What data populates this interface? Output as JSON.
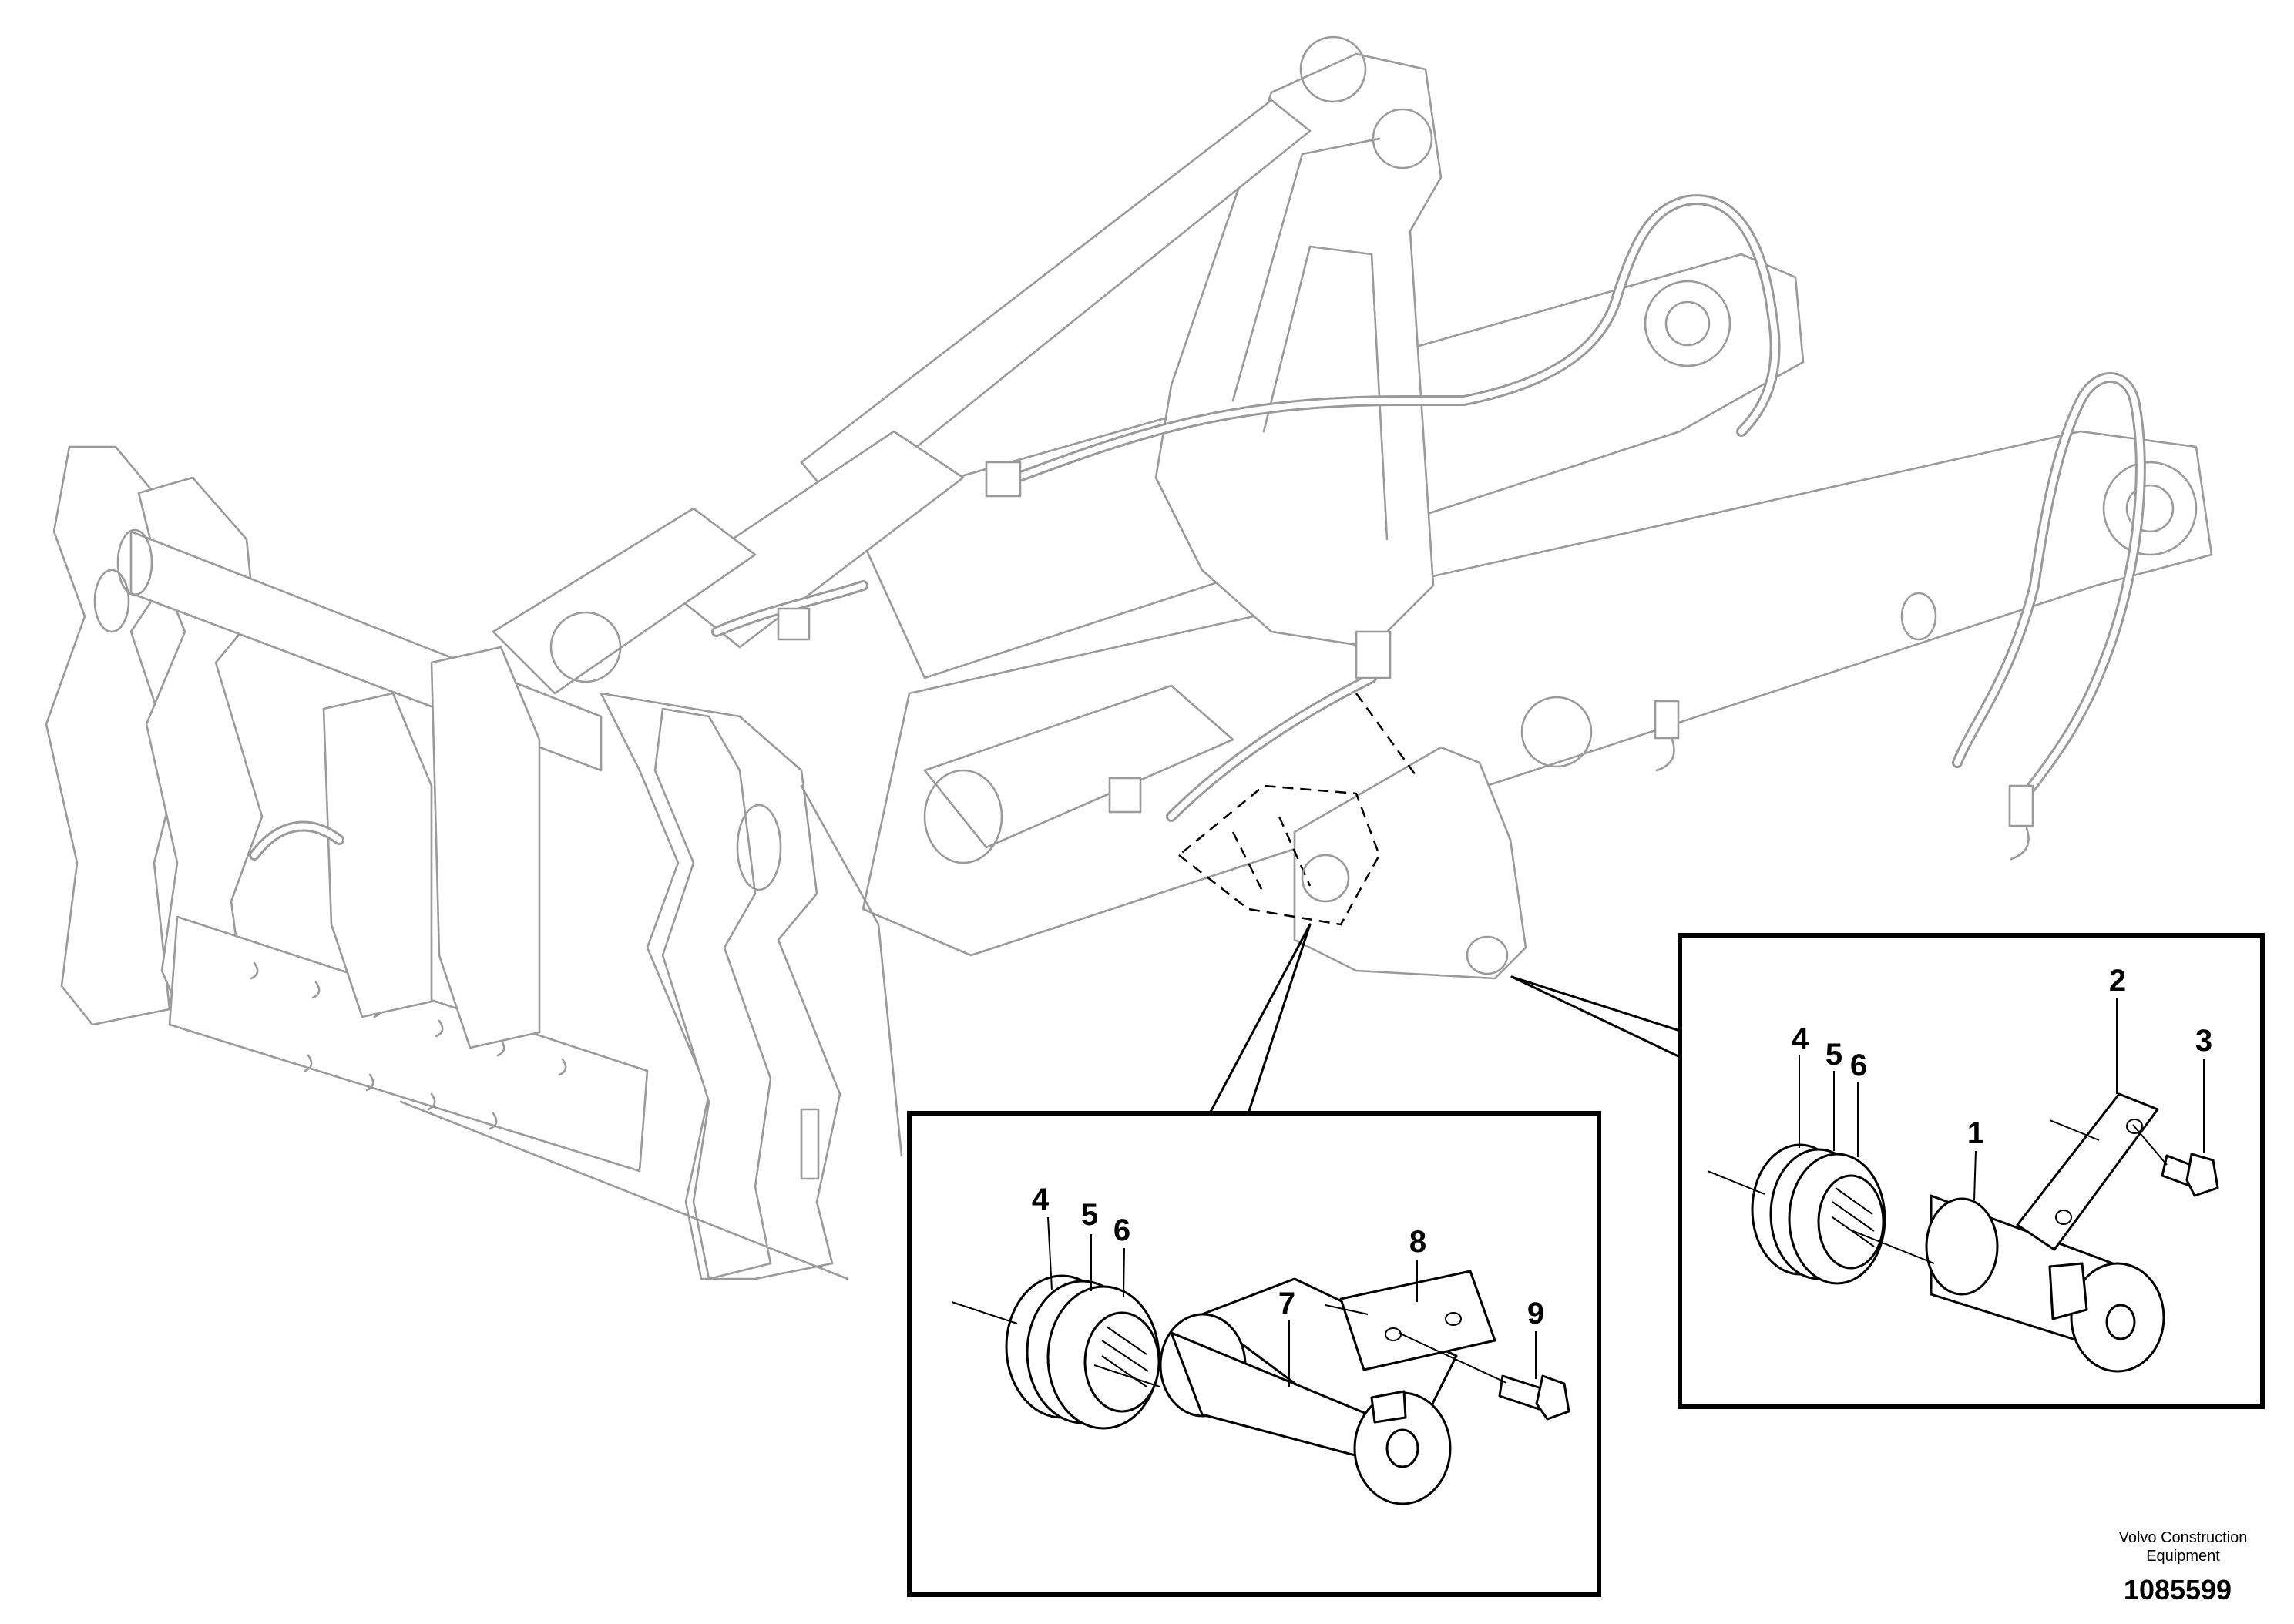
{
  "title_block": {
    "brand_line1": "Volvo Construction",
    "brand_line2": "Equipment",
    "document_number": "1085599"
  },
  "detail_right": {
    "labels": [
      "1",
      "2",
      "3",
      "4",
      "5",
      "6"
    ]
  },
  "detail_left": {
    "labels": [
      "4",
      "5",
      "6",
      "7",
      "8",
      "9"
    ]
  }
}
